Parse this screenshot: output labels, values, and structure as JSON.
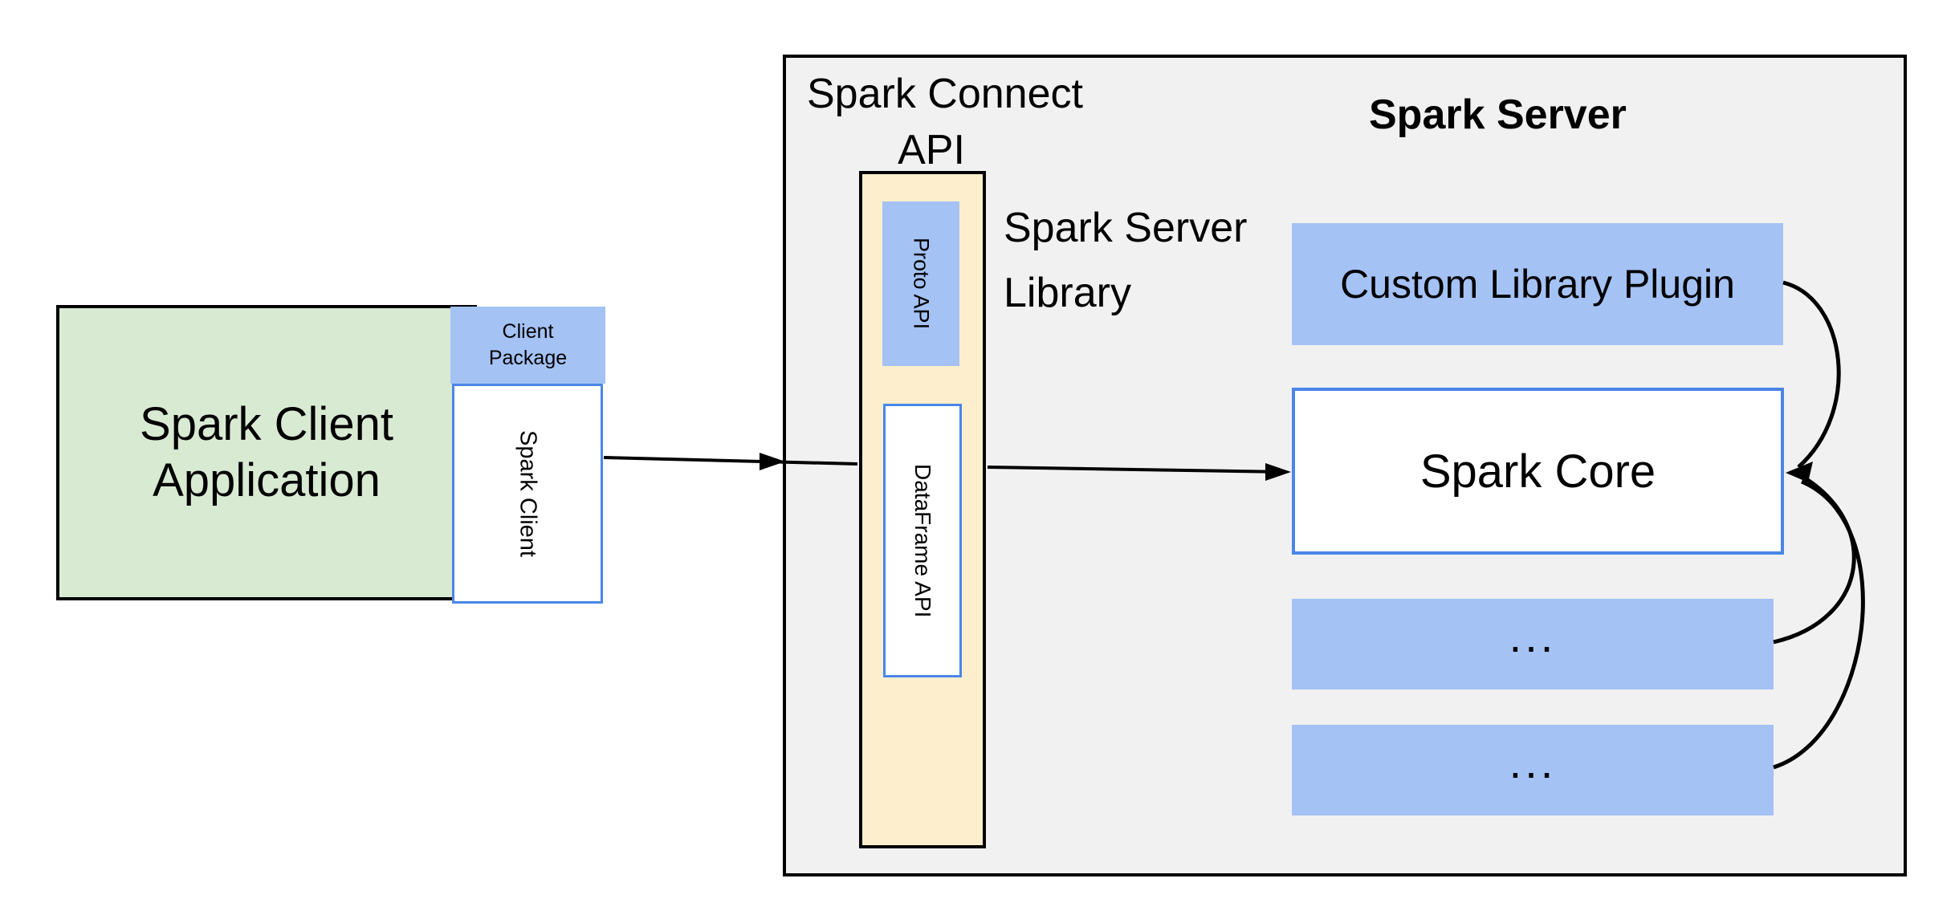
{
  "diagram": {
    "client": {
      "app_label_line1": "Spark Client",
      "app_label_line2": "Application",
      "package_label_line1": "Client",
      "package_label_line2": "Package",
      "spark_client_label": "Spark Client"
    },
    "connect": {
      "title_line1": "Spark Connect",
      "title_line2": "API",
      "proto_api_label": "Proto API",
      "dataframe_api_label": "DataFrame API",
      "server_library_line1": "Spark Server",
      "server_library_line2": "Library"
    },
    "server": {
      "title": "Spark Server",
      "plugin_label": "Custom Library Plugin",
      "core_label": "Spark Core",
      "ellipsis_1": "...",
      "ellipsis_2": "..."
    }
  },
  "colors": {
    "box_blue": "#a4c2f4",
    "box_green": "#d9ead3",
    "box_yellow": "#fdefcd",
    "panel_gray": "#f1f1f1",
    "border_blue": "#4a86e8",
    "border_black": "#000000",
    "text": "#000000"
  }
}
